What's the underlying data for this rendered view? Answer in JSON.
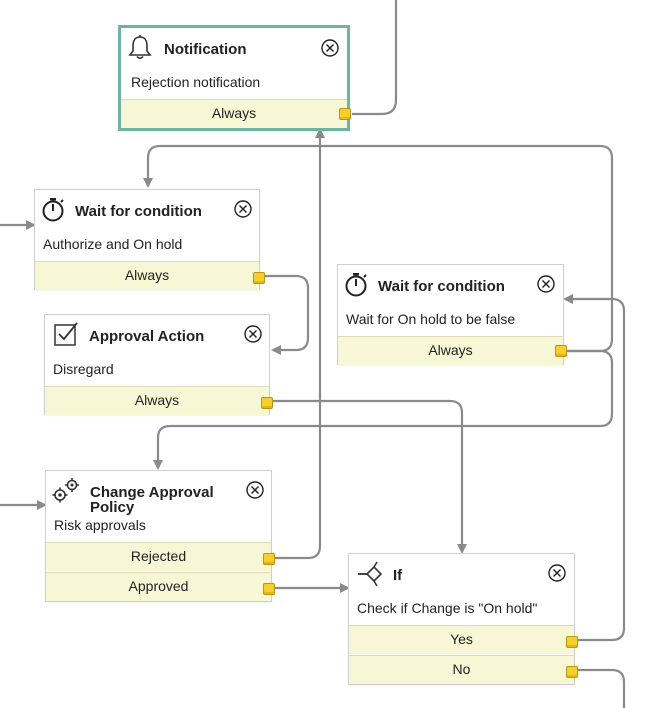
{
  "nodes": {
    "notification": {
      "title": "Notification",
      "description": "Rejection notification",
      "icon": "bell-icon",
      "outlets": [
        "Always"
      ]
    },
    "wait1": {
      "title": "Wait for condition",
      "description": "Authorize and On hold",
      "icon": "stopwatch-icon",
      "outlets": [
        "Always"
      ]
    },
    "approval": {
      "title": "Approval Action",
      "description": "Disregard",
      "icon": "checkbox-icon",
      "outlets": [
        "Always"
      ]
    },
    "wait2": {
      "title": "Wait for condition",
      "description": "Wait for On hold to be false",
      "icon": "stopwatch-icon",
      "outlets": [
        "Always"
      ]
    },
    "policy": {
      "title": "Change Approval Policy",
      "description": "Risk approvals",
      "icon": "gears-icon",
      "outlets": [
        "Rejected",
        "Approved"
      ]
    },
    "if": {
      "title": "If",
      "description": "Check if Change is \"On hold\"",
      "icon": "branch-icon",
      "outlets": [
        "Yes",
        "No"
      ]
    }
  },
  "colors": {
    "selected_border": "#6fb3a2",
    "outlet_bg": "#f8f7d5",
    "port": "#f7cf2c",
    "connector": "#8a8a8a"
  }
}
